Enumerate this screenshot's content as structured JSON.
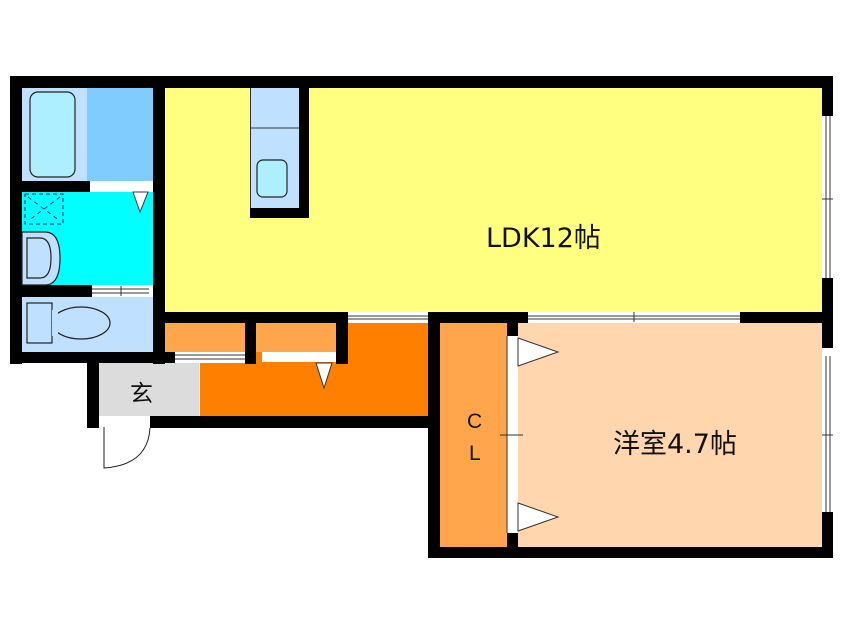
{
  "floorplan": {
    "rooms": {
      "ldk": {
        "label": "LDK12帖",
        "color": "#FFFF80"
      },
      "western_room": {
        "label": "洋室4.7帖",
        "color": "#FFD6AD"
      },
      "closet": {
        "label_line1": "C",
        "label_line2": "L",
        "color": "#FFA64D"
      },
      "entrance": {
        "label": "玄",
        "color": "#DCDCDC"
      },
      "hallway": {
        "color": "#FF8000"
      },
      "storage_1": {
        "color": "#FFA64D"
      },
      "storage_2": {
        "color": "#FFA64D"
      },
      "bathroom": {
        "color": "#BFE0FF",
        "tub_color": "#AEEFFF"
      },
      "bath_anteroom": {
        "color": "#80CCFF"
      },
      "washroom": {
        "color": "#00FFFF"
      },
      "toilet": {
        "color": "#BFE0FF"
      },
      "kitchen_counter": {
        "color": "#BFE0FF",
        "sink_color": "#AEEFFF"
      }
    },
    "wall_color": "#000000"
  }
}
